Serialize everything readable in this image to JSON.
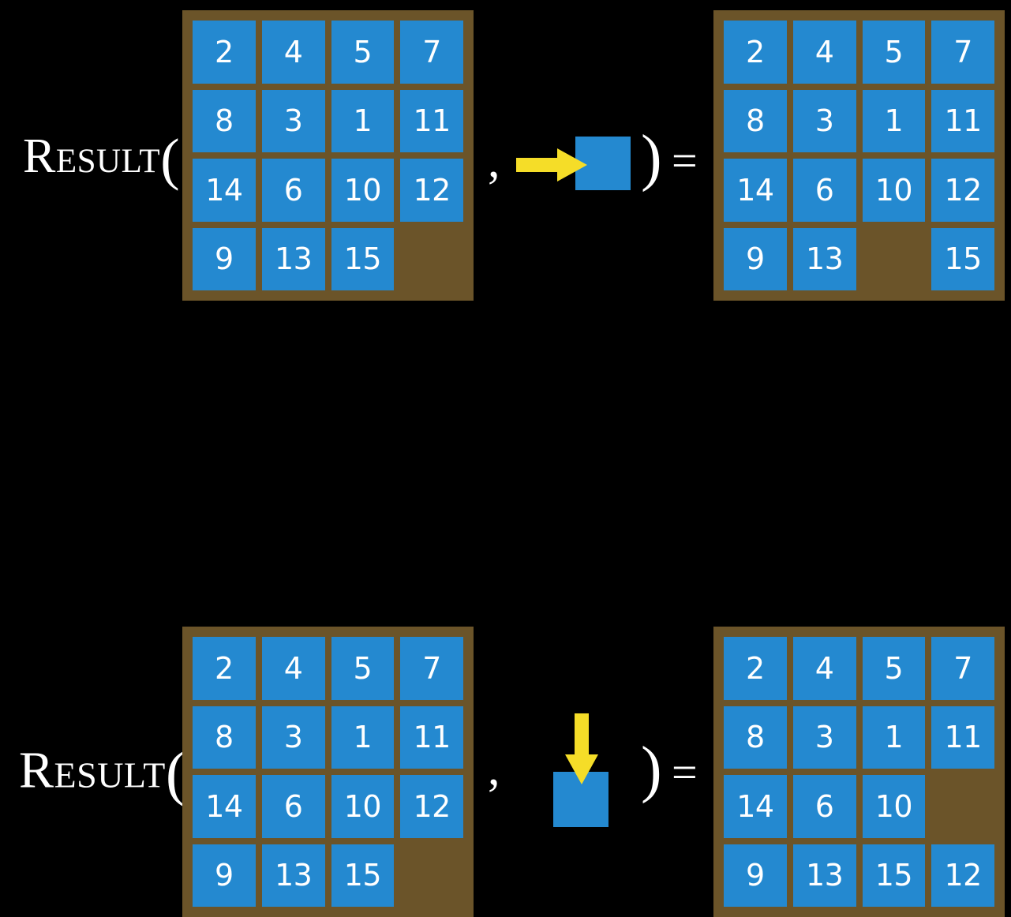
{
  "page": {
    "background_color": "#000000",
    "board_color": "#6b5429",
    "tile_color": "#2489d0",
    "tile_text_color": "#ffffff",
    "arrow_color": "#f5dd28",
    "text_color": "#ffffff"
  },
  "equations": [
    {
      "id": "equation-move-right",
      "label": "Result",
      "open_paren": "(",
      "separator": ",",
      "close_paren": ")",
      "equals": "=",
      "operator": {
        "icon": "arrow-right-icon",
        "direction": "right",
        "description": "blank tile moves right"
      },
      "input_board": {
        "name": "input-board-row-1",
        "rows": [
          [
            "2",
            "4",
            "5",
            "7"
          ],
          [
            "8",
            "3",
            "1",
            "11"
          ],
          [
            "14",
            "6",
            "10",
            "12"
          ],
          [
            "9",
            "13",
            "15",
            ""
          ]
        ],
        "blank_position": [
          3,
          3
        ]
      },
      "output_board": {
        "name": "output-board-row-1",
        "rows": [
          [
            "2",
            "4",
            "5",
            "7"
          ],
          [
            "8",
            "3",
            "1",
            "11"
          ],
          [
            "14",
            "6",
            "10",
            "12"
          ],
          [
            "9",
            "13",
            "",
            "15"
          ]
        ],
        "blank_position": [
          3,
          2
        ]
      }
    },
    {
      "id": "equation-move-down",
      "label": "Result",
      "open_paren": "(",
      "separator": ",",
      "close_paren": ")",
      "equals": "=",
      "operator": {
        "icon": "arrow-down-icon",
        "direction": "down",
        "description": "blank tile moves down"
      },
      "input_board": {
        "name": "input-board-row-2",
        "rows": [
          [
            "2",
            "4",
            "5",
            "7"
          ],
          [
            "8",
            "3",
            "1",
            "11"
          ],
          [
            "14",
            "6",
            "10",
            "12"
          ],
          [
            "9",
            "13",
            "15",
            ""
          ]
        ],
        "blank_position": [
          3,
          3
        ]
      },
      "output_board": {
        "name": "output-board-row-2",
        "rows": [
          [
            "2",
            "4",
            "5",
            "7"
          ],
          [
            "8",
            "3",
            "1",
            "11"
          ],
          [
            "14",
            "6",
            "10",
            ""
          ],
          [
            "9",
            "13",
            "15",
            "12"
          ]
        ],
        "blank_position": [
          2,
          3
        ]
      }
    }
  ]
}
